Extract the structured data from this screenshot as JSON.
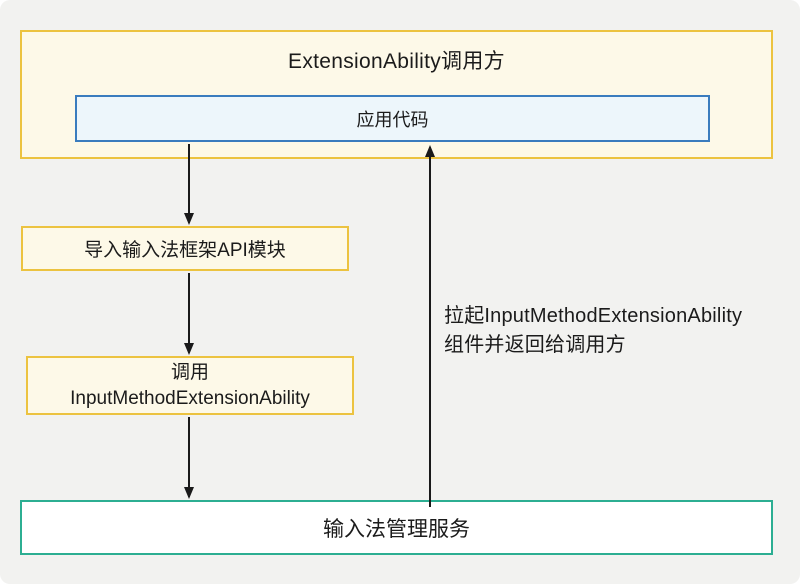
{
  "diagram": {
    "caller_box": {
      "title": "ExtensionAbility调用方"
    },
    "app_code_box": {
      "label": "应用代码"
    },
    "import_box": {
      "label": "导入输入法框架API模块"
    },
    "call_box": {
      "label": "调用\nInputMethodExtensionAbility"
    },
    "service_box": {
      "label": "输入法管理服务"
    },
    "return_annotation": {
      "text": "拉起InputMethodExtensionAbility\n组件并返回给调用方"
    },
    "colors": {
      "page_background": "#f2f2f0",
      "caller_fill": "#fdf9e8",
      "caller_border": "#ecc340",
      "app_code_fill": "#edf6fb",
      "app_code_border": "#3a7cbe",
      "step_fill": "#fdf9e8",
      "step_border": "#ecc340",
      "service_fill": "#ffffff",
      "service_border": "#2cae92",
      "arrow": "#1a1a1a",
      "text": "#1b1b1b"
    }
  }
}
